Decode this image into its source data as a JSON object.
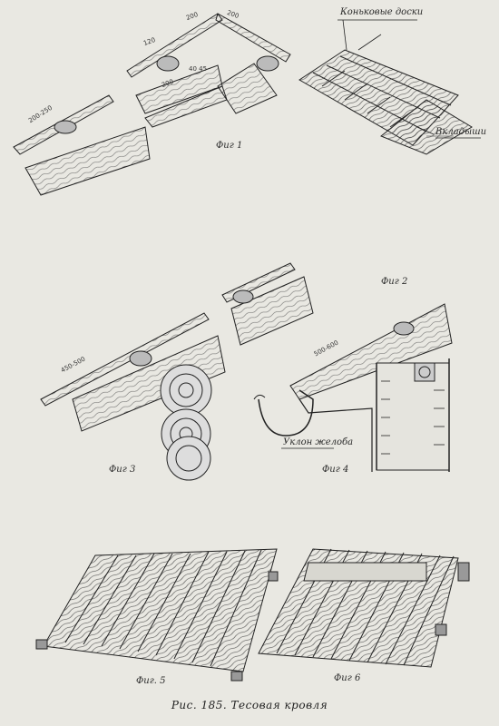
{
  "caption": "Рис. 185. Тесовая кровля",
  "figures": {
    "fig1": "Фиг 1",
    "fig2": "Фиг 2",
    "fig3": "Фиг 3",
    "fig4": "Фиг 4",
    "fig5": "Фиг. 5",
    "fig6": "Фиг 6"
  },
  "annotations": {
    "ridge_boards": "Коньковые доски",
    "inserts": "Вкладыши",
    "gutter_slope": "Уклон желоба"
  },
  "dimensions": {
    "d1": "200-250",
    "d2": "120",
    "d3": "200",
    "d4": "200",
    "d5": "40 45",
    "d6": "200",
    "d7": "450-500",
    "d8": "500-600"
  }
}
